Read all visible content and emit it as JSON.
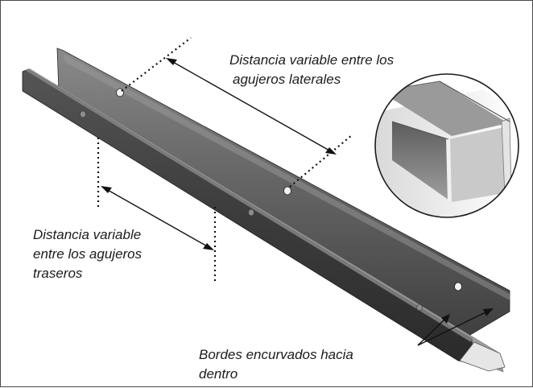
{
  "labels": {
    "side_holes": [
      "Distancia variable entre los",
      "agujeros laterales"
    ],
    "rear_holes": [
      "Distancia variable",
      "entre los agujeros",
      "traseros"
    ],
    "bent_edges": [
      "Bordes encurvados hacia",
      "dentro"
    ]
  }
}
